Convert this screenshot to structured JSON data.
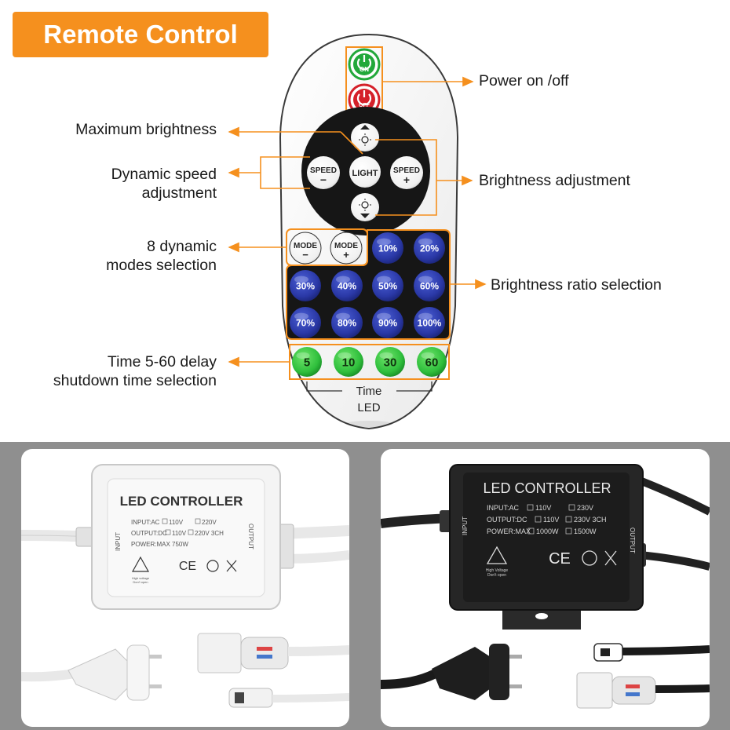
{
  "header": {
    "title": "Remote Control"
  },
  "remote": {
    "on_label": "ON",
    "off_label": "OFF",
    "light_label": "LIGHT",
    "speed_label": "SPEED",
    "mode_label": "MODE",
    "minus": "−",
    "plus": "+",
    "brightness_buttons": [
      "10%",
      "20%",
      "30%",
      "40%",
      "50%",
      "60%",
      "70%",
      "80%",
      "90%",
      "100%"
    ],
    "time_buttons": [
      "5",
      "10",
      "30",
      "60"
    ],
    "time_label": "Time",
    "brand": "LED"
  },
  "callouts": {
    "power": "Power on /off",
    "max_brightness": "Maximum brightness",
    "speed_line1": "Dynamic speed",
    "speed_line2": "adjustment",
    "brightness_adj": "Brightness adjustment",
    "modes_line1": "8 dynamic",
    "modes_line2": "modes selection",
    "ratio": "Brightness ratio selection",
    "time_line1": "Time 5-60 delay",
    "time_line2": "shutdown time selection"
  },
  "controllers": {
    "white": {
      "title": "LED CONTROLLER",
      "input_ac": "INPUT:AC",
      "v110": "110V",
      "v220": "220V",
      "output_dc": "OUTPUT:DC",
      "v220_3ch": "220V 3CH",
      "power": "POWER:MAX 750W",
      "side_input": "INPUT",
      "side_output": "OUTPUT",
      "warning_small1": "High voltage",
      "warning_small2": "Don't open"
    },
    "black": {
      "title": "LED CONTROLLER",
      "input_ac": "INPUT:AC",
      "v110": "110V",
      "v230": "230V",
      "output_dc": "OUTPUT:DC",
      "v230_3ch": "230V 3CH",
      "power": "POWER:MAX",
      "w1000": "1000W",
      "w1500": "1500W",
      "side_input": "INPUT",
      "side_output": "OUTPUT",
      "warning_small1": "High Voltage",
      "warning_small2": "Don't open"
    },
    "marks": "CE"
  },
  "colors": {
    "accent": "#f5901e",
    "on_green": "#22a83a",
    "off_red": "#d5202a",
    "blue_button": "#2a3aa8",
    "green_button": "#2fbf3c",
    "dark_remote": "#161616"
  }
}
